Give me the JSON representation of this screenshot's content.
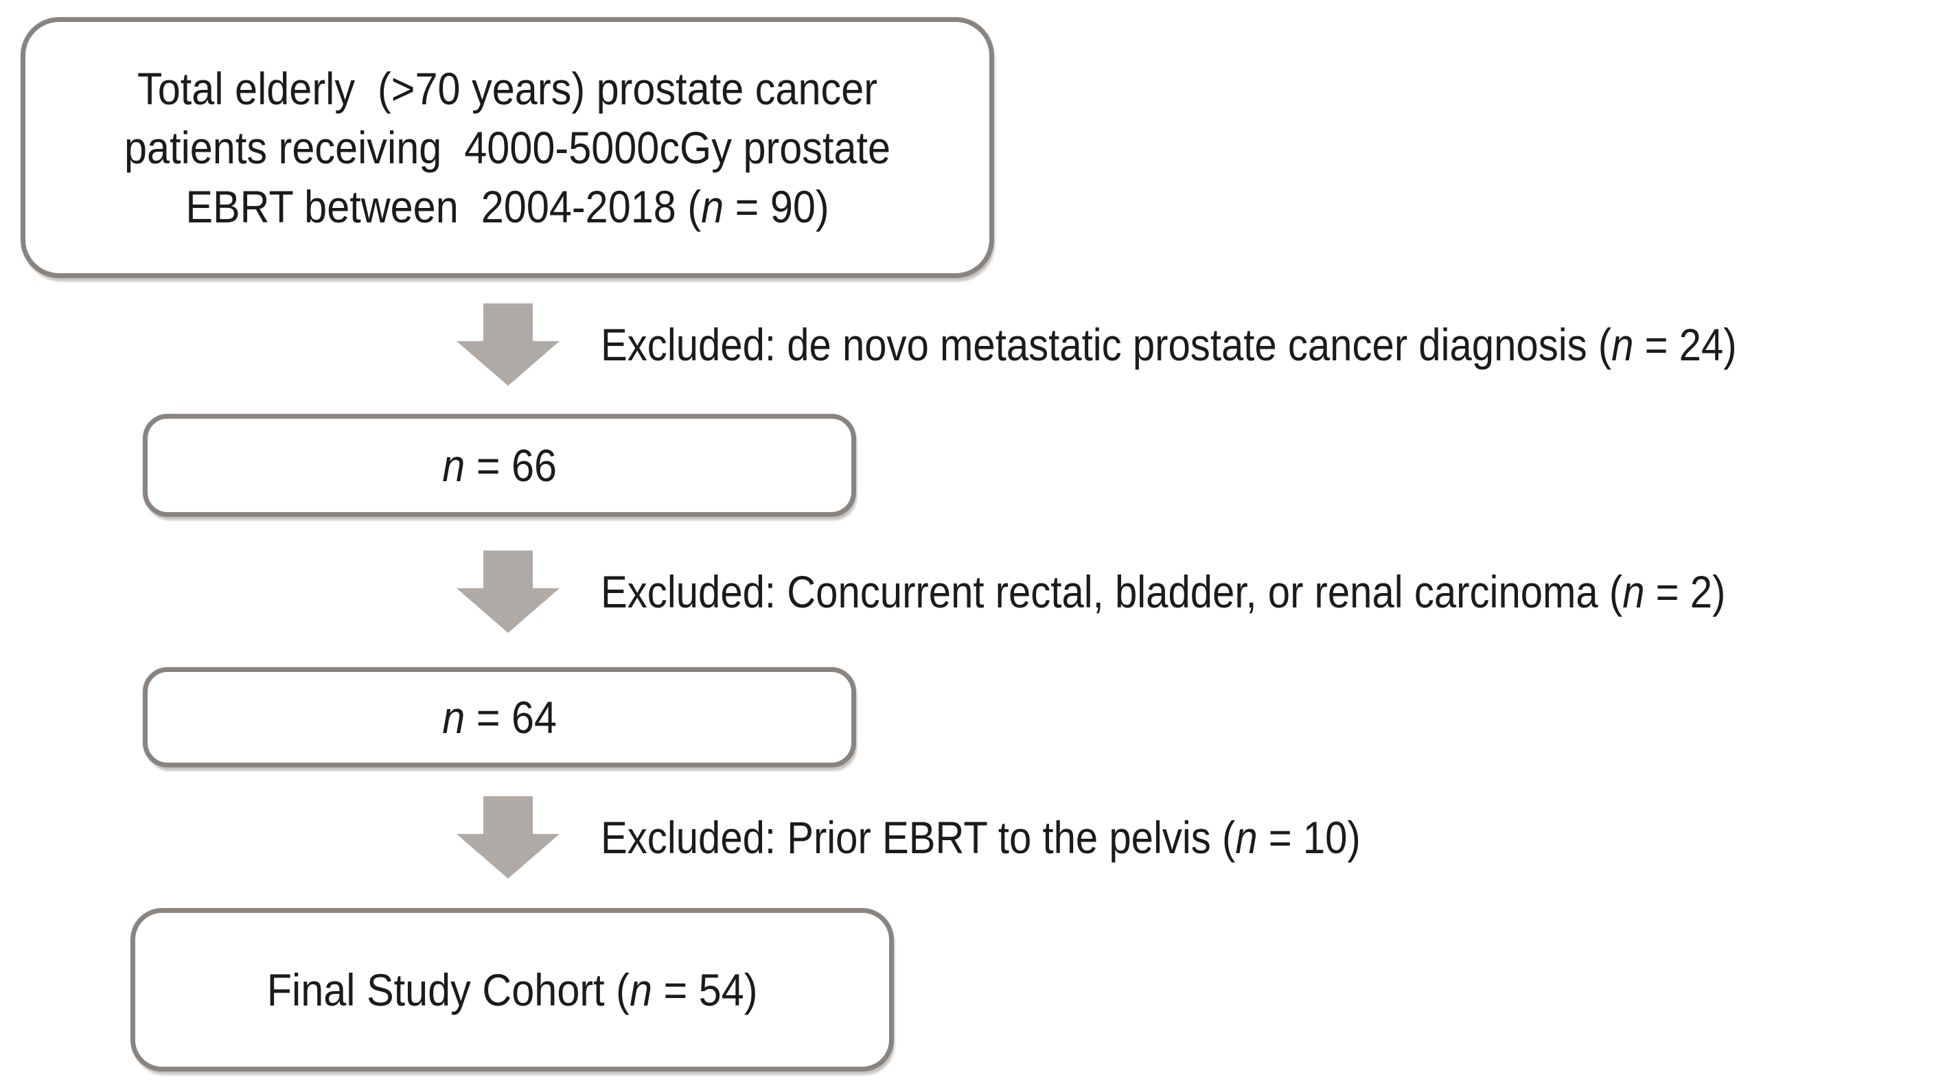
{
  "diagram": {
    "type": "patient-flow-consort-diagram",
    "background": "#ffffff",
    "border_color": "#8a8481",
    "arrow_color": "#b0aaa6",
    "text_color": "#1b1b1b",
    "arrow_icon": "down-block-arrow",
    "boxes": [
      {
        "id": "total-cohort",
        "segments": [
          {
            "t": "Total elderly  (>70 years) prostate cancer\npatients receiving  4000-5000cGy prostate\nEBRT between  2004-2018 (",
            "i": false
          },
          {
            "t": "n",
            "i": true
          },
          {
            "t": " = 90)",
            "i": false
          }
        ]
      },
      {
        "id": "after-first-exclusion",
        "segments": [
          {
            "t": "n",
            "i": true
          },
          {
            "t": " = 66",
            "i": false
          }
        ]
      },
      {
        "id": "after-second-exclusion",
        "segments": [
          {
            "t": "n",
            "i": true
          },
          {
            "t": " = 64",
            "i": false
          }
        ]
      },
      {
        "id": "final-cohort",
        "segments": [
          {
            "t": "Final Study Cohort (",
            "i": false
          },
          {
            "t": "n",
            "i": true
          },
          {
            "t": " = 54)",
            "i": false
          }
        ]
      }
    ],
    "exclusions": [
      {
        "id": "exclusion-metastatic",
        "segments": [
          {
            "t": "Excluded: de novo metastatic prostate cancer diagnosis (",
            "i": false
          },
          {
            "t": "n",
            "i": true
          },
          {
            "t": " = 24)",
            "i": false
          }
        ]
      },
      {
        "id": "exclusion-concurrent-carcinoma",
        "segments": [
          {
            "t": "Excluded: Concurrent rectal, bladder, or renal carcinoma (",
            "i": false
          },
          {
            "t": "n",
            "i": true
          },
          {
            "t": " = 2)",
            "i": false
          }
        ]
      },
      {
        "id": "exclusion-prior-ebrt",
        "segments": [
          {
            "t": "Excluded: Prior EBRT to the pelvis (",
            "i": false
          },
          {
            "t": "n",
            "i": true
          },
          {
            "t": " = 10)",
            "i": false
          }
        ]
      }
    ]
  }
}
